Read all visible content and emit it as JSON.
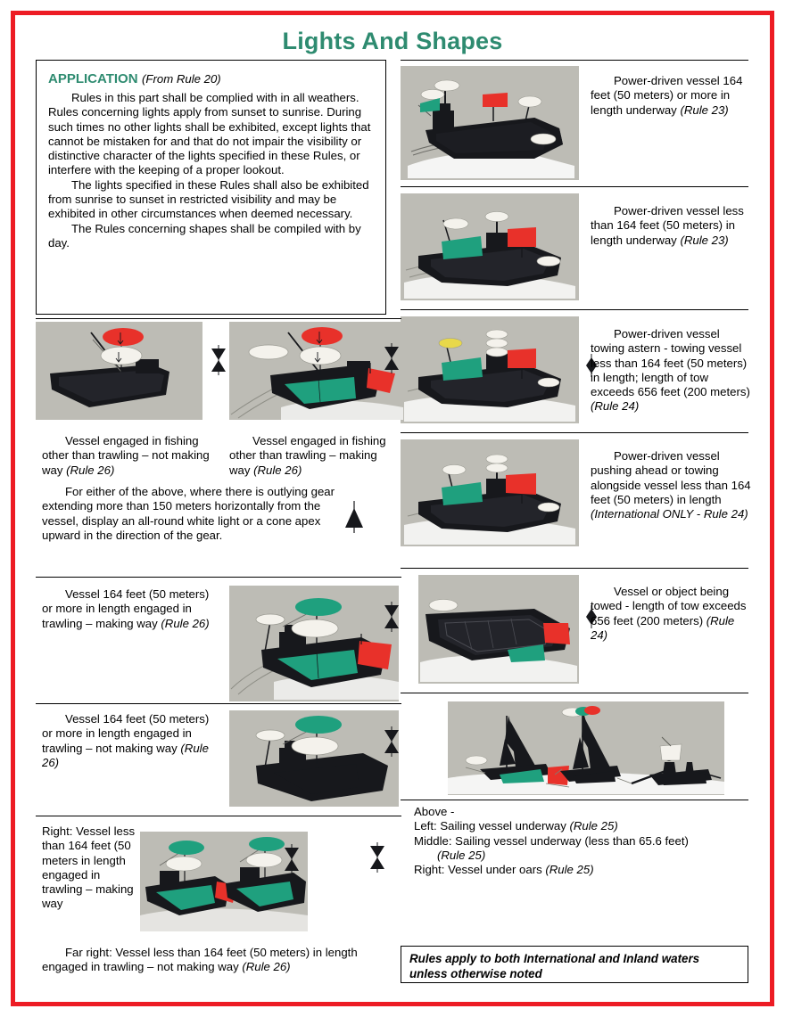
{
  "document": {
    "title": "Lights And Shapes",
    "title_color": "#2E8B70",
    "border_color": "#ED1C24"
  },
  "application": {
    "heading": "APPLICATION",
    "heading_note": "(From Rule 20)",
    "paragraphs": [
      "Rules in this part shall be complied with in all weathers. Rules concerning lights apply from sunset to sunrise. During such times no other lights shall be exhibited, except lights that cannot be mistaken for and that do not impair the visibility or distinctive character of the lights specified in these Rules, or interfere with the keeping of a proper lookout.",
      "The lights specified in these Rules shall also be exhibited from sunrise to sunset in restricted visibility and may be exhibited in other circumstances when deemed necessary.",
      "The Rules concerning shapes shall be compiled with by day."
    ]
  },
  "right_column": [
    {
      "id": "power-driven-164-or-more",
      "text": "Power-driven vessel 164 feet (50 meters) or more in length underway ",
      "rule": "(Rule 23)",
      "image": "cargo-ship-underway"
    },
    {
      "id": "power-driven-less-164",
      "text": "Power-driven vessel less than 164 feet (50 meters) in length underway ",
      "rule": "(Rule 23)",
      "image": "tug-underway"
    },
    {
      "id": "power-driven-towing-astern",
      "text": "Power-driven vessel towing astern - towing vessel less than 164 feet (50 meters) in length; length of tow exceeds 656 feet (200 meters) ",
      "rule": "(Rule 24)",
      "image": "towing-vessel",
      "shape": "diamond"
    },
    {
      "id": "power-driven-pushing-ahead",
      "text": "Power-driven vessel pushing ahead or towing alongside vessel less than 164 feet (50 meters) in length ",
      "rule": "(International ONLY - Rule 24)",
      "image": "pushing-vessel"
    },
    {
      "id": "vessel-being-towed",
      "text": "Vessel or object being towed - length of tow exceeds 656 feet (200 meters) ",
      "rule": "(Rule 24)",
      "image": "barge-towed",
      "shape": "diamond"
    }
  ],
  "left_column": {
    "fishing_not_making_way": {
      "text": "Vessel engaged in fishing other than trawling – not making way ",
      "rule": "(Rule 26)",
      "image": "fishing-vessel-stopped",
      "shape": "two-cones"
    },
    "fishing_making_way": {
      "text": "Vessel engaged in fishing other than trawling – making way ",
      "rule": "(Rule 26)",
      "image": "fishing-vessel-underway",
      "shape": "two-cones"
    },
    "outlying_gear": {
      "text": "For either of the above, where there is outlying gear extending more than 150 meters horizontally from the vessel, display an all-round white light or a cone apex upward in the direction of the gear.",
      "shape": "cone-apex-up"
    },
    "trawling_164_making_way": {
      "text": "Vessel 164 feet (50 meters) or more in length engaged in trawling – making way ",
      "rule": "(Rule 26)",
      "image": "trawler-making-way",
      "shape": "two-cones"
    },
    "trawling_164_not_making_way": {
      "text": "Vessel 164 feet (50 meters) or more in length engaged in trawling – not making way ",
      "rule": "(Rule 26)",
      "image": "trawler-not-making-way",
      "shape": "two-cones"
    },
    "trawling_small": {
      "right_label": "Right: Vessel less than 164 feet (50 meters in length engaged in trawling – making way",
      "far_right_label": "Far right: Vessel less than 164 feet (50 meters) in length engaged in trawling – not making way ",
      "far_right_rule": "(Rule 26)",
      "image": "two-small-trawlers",
      "shape": "two-cones"
    }
  },
  "sailing_panel": {
    "image": "sailing-vessels-and-oars",
    "lines": [
      "Above -",
      "Left: Sailing vessel underway (Rule 25)",
      "Middle: Sailing vessel underway (less than 65.6 feet)",
      "     (Rule 25)",
      "Right: Vessel under oars (Rule 25)"
    ],
    "line_plain": [
      {
        "pre": "Above -",
        "ital": ""
      },
      {
        "pre": "Left: Sailing vessel underway ",
        "ital": "(Rule 25)"
      },
      {
        "pre": "Middle: Sailing vessel underway (less than 65.6 feet)",
        "ital": ""
      },
      {
        "pre": "     ",
        "ital": "(Rule 25)"
      },
      {
        "pre": "Right: Vessel under oars ",
        "ital": "(Rule 25)"
      }
    ]
  },
  "footer": {
    "text": "Rules apply to both International and Inland waters unless otherwise noted"
  },
  "colors": {
    "panel_bg": "#BDBCB5",
    "hull": "#17181C",
    "sail_green": "#1FA07E",
    "sail_red": "#E8312A",
    "sail_white": "#F4F2EC",
    "water": "#ffffff"
  }
}
